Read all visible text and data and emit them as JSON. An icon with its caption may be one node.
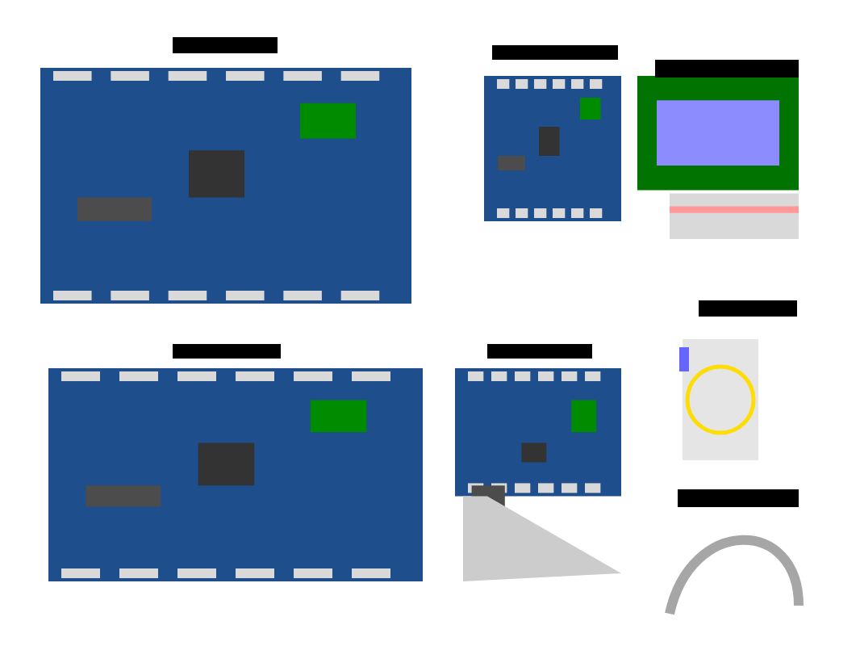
{
  "diagram": {
    "nodes": [
      {
        "text": [],
        "shape": "picture"
      },
      {
        "text": [],
        "shape": "picture"
      },
      {
        "text": [],
        "shape": "picture"
      },
      {
        "text": [],
        "shape": "picture"
      },
      {
        "text": [],
        "shape": "picture"
      },
      {
        "text": [],
        "shape": "picture"
      },
      {
        "text": [],
        "shape": "picture"
      }
    ]
  }
}
